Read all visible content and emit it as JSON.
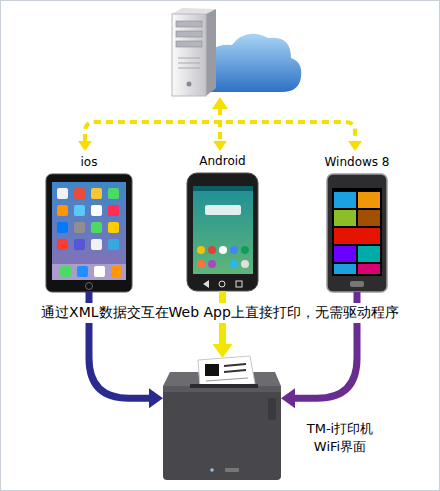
{
  "diagram": {
    "nodes": [
      {
        "text": [
          "ios"
        ]
      },
      {
        "text": [
          "Android"
        ]
      },
      {
        "text": [
          "Windows 8"
        ]
      },
      {
        "text": [
          "TM-i打印机 WiFi界面"
        ]
      }
    ],
    "edges": [
      {
        "from": 0,
        "to": 3,
        "arrow": "to"
      },
      {
        "from": 1,
        "to": 3,
        "arrow": "to"
      },
      {
        "from": 2,
        "to": 3,
        "arrow": "to"
      }
    ],
    "labels": [
      "通过XML数据交互在Web App上直接打印，无需驱动程序"
    ]
  }
}
